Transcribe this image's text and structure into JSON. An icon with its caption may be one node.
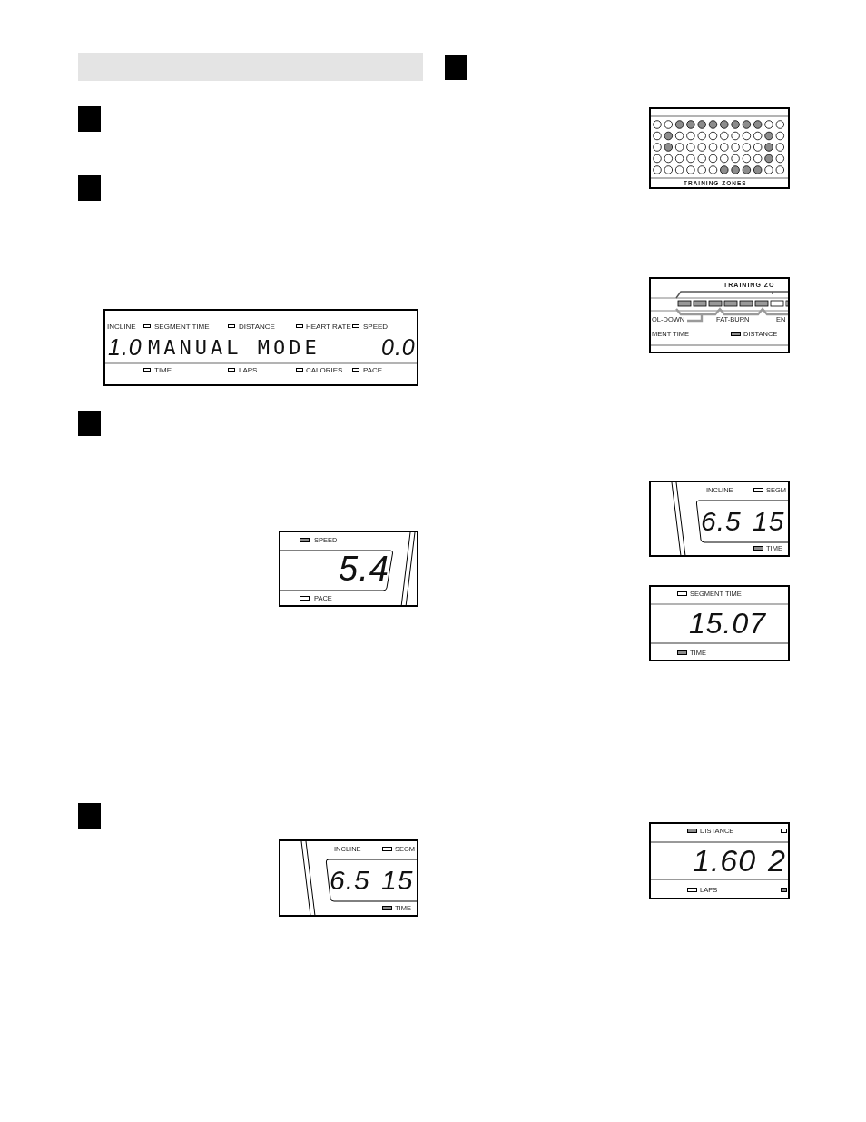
{
  "diagram": {
    "nodes": [
      {
        "text": [
          "INCLINE",
          "SEGMENT TIME",
          "DISTANCE",
          "HEART RATE",
          "SPEED",
          "1.0",
          "MANUAL MODE",
          "0.0",
          "TIME",
          "LAPS",
          "CALORIES",
          "PACE"
        ]
      },
      {
        "text": [
          "SPEED",
          "5.4",
          "PACE"
        ]
      },
      {
        "text": [
          "INCLINE",
          "SEGM",
          "6.5",
          "15",
          "TIME"
        ]
      },
      {
        "text": [
          "TRAINING ZONES"
        ]
      },
      {
        "text": [
          "TRAINING ZO",
          "OL-DOWN",
          "FAT-BURN",
          "EN",
          "MENT TIME",
          "DISTANCE"
        ]
      },
      {
        "text": [
          "INCLINE",
          "SEGM",
          "6.5",
          "15",
          "TIME"
        ]
      },
      {
        "text": [
          "SEGMENT TIME",
          "15.07",
          "TIME"
        ]
      },
      {
        "text": [
          "DISTANCE",
          "1.60",
          "2",
          "LAPS"
        ]
      }
    ]
  }
}
